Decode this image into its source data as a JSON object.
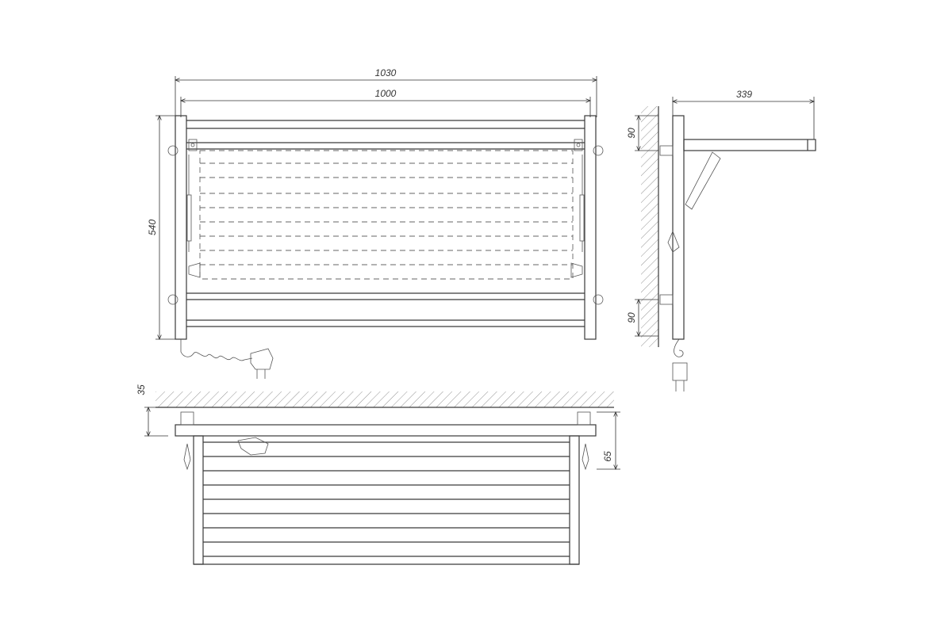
{
  "dimensions": {
    "overall_width": "1030",
    "rail_width": "1000",
    "height": "540",
    "side_depth": "339",
    "side_top_offset": "90",
    "side_bottom_offset": "90",
    "top_wall_gap": "35",
    "top_depth": "65"
  }
}
